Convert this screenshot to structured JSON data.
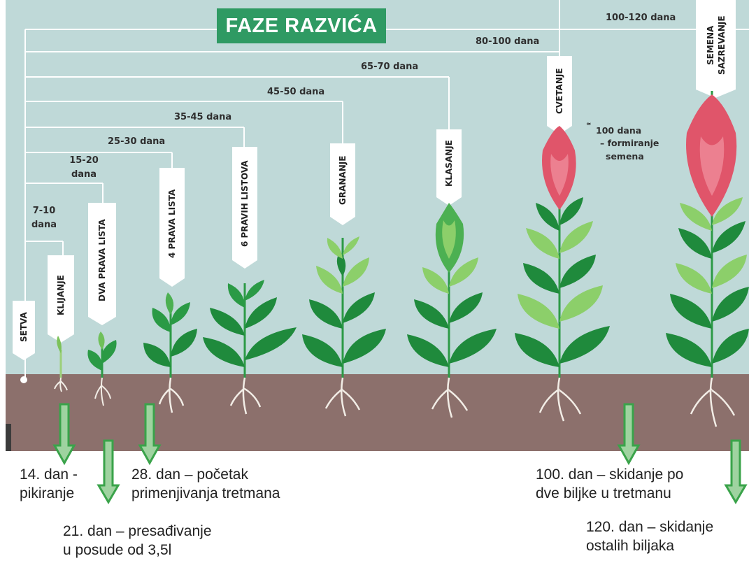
{
  "title": "FAZE RAZVIĆA",
  "durations": {
    "d7_10": "7-10",
    "d7_10_unit": "dana",
    "d15_20": "15-20",
    "d15_20_unit": "dana",
    "d25_30": "25-30 dana",
    "d35_45": "35-45 dana",
    "d45_50": "45-50 dana",
    "d65_70": "65-70 dana",
    "d80_100": "80-100 dana",
    "d100_120": "100-120 dana"
  },
  "stages": {
    "setva": "SETVA",
    "klijanje": "KLIJANJE",
    "dva_prava_lista": "DVA PRAVA LISTA",
    "cetiri_prava_lista": "4 PRAVA LISTA",
    "sest_pravih_listova": "6 PRAVIH LISTOVA",
    "grananje": "GRANANJE",
    "klasanje": "KLASANJE",
    "cvetanje": "CVETANJE",
    "sazrevanje_line1": "SAZREVANJE",
    "sazrevanje_line2": "SEMENA"
  },
  "seed_note": {
    "line1": "100 dana",
    "line2": "– formiranje",
    "line3": "semena",
    "approx_symbol": "≈"
  },
  "captions": {
    "c14_line1": "14. dan -",
    "c14_line2": "pikiranje",
    "c21_line1": "21. dan – presađivanje",
    "c21_line2": "u posude od 3,5l",
    "c28_line1": "28. dan – početak",
    "c28_line2": "primenjivanja tretmana",
    "c100_line1": "100. dan – skidanje po",
    "c100_line2": "dve biljke u tretmanu",
    "c120_line1": "120. dan – skidanje",
    "c120_line2": "ostalih biljaka"
  },
  "colors": {
    "sky": "#bfd9d8",
    "soil": "#8c706c",
    "title_bg": "#2f9a63",
    "leaf_dark": "#1f8a3c",
    "leaf_light": "#8ccf6a",
    "flower": "#e0556a",
    "arrow_fill": "#9fd3a0",
    "arrow_stroke": "#3aa34a"
  }
}
